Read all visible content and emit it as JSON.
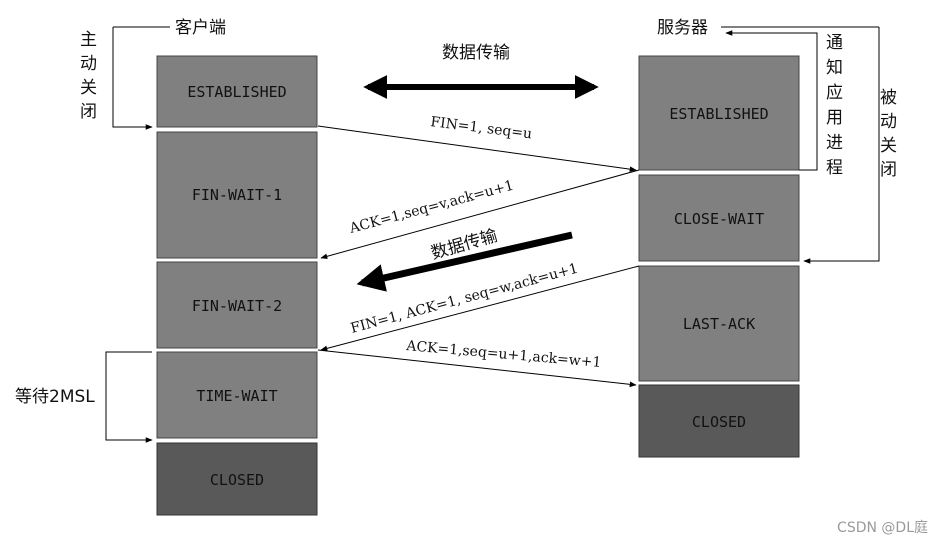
{
  "client": {
    "title": "客户端",
    "states": [
      "ESTABLISHED",
      "FIN-WAIT-1",
      "FIN-WAIT-2",
      "TIME-WAIT",
      "CLOSED"
    ],
    "active_close": "主动关闭",
    "wait_2msl": "等待2MSL"
  },
  "server": {
    "title": "服务器",
    "states": [
      "ESTABLISHED",
      "CLOSE-WAIT",
      "LAST-ACK",
      "CLOSED"
    ],
    "notify_app": "通知应用进程",
    "passive_close": "被动关闭"
  },
  "messages": {
    "data_transfer_top": "数据传输",
    "data_transfer_mid": "数据传输",
    "fin1": "FIN=1, seq=u",
    "ack1": "ACK=1,seq=v,ack=u+1",
    "fin2": "FIN=1, ACK=1, seq=w,ack=u+1",
    "ack2": "ACK=1,seq=u+1,ack=w+1"
  },
  "colors": {
    "state_fill": "#808080",
    "closed_fill": "#595959",
    "arrow": "#000000"
  },
  "watermark": "CSDN @DL庭"
}
